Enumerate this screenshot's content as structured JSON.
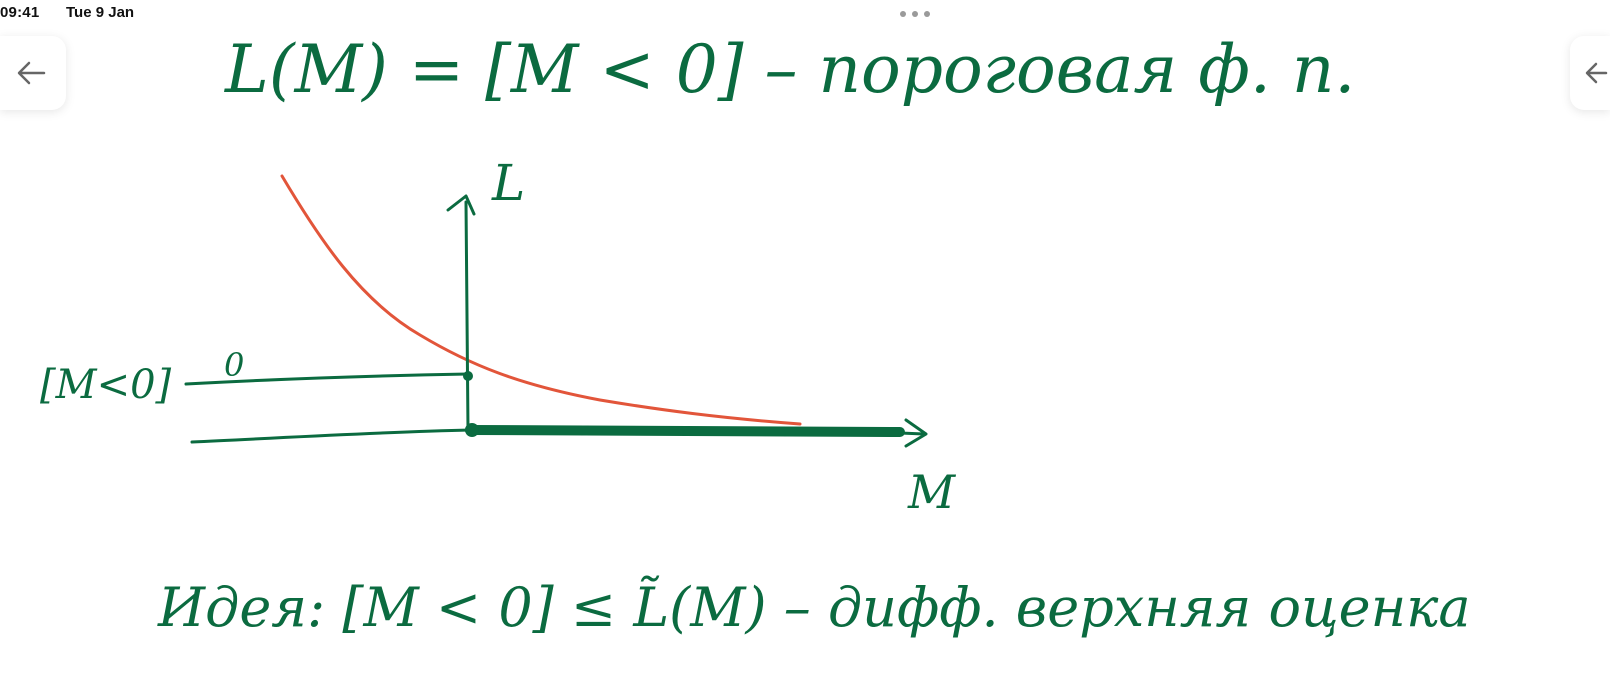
{
  "status_bar": {
    "time": "09:41",
    "date": "Tue 9 Jan"
  },
  "navigation": {
    "back_icon": "arrow-left-icon",
    "forward_icon": "arrow-left-icon",
    "more_icon": "three-dots-icon"
  },
  "note": {
    "formula_line": "L(M) = [M < 0] – пороговая ф. п.",
    "y_axis_label": "L",
    "x_axis_label": "M",
    "step_label": "[M<0]",
    "zero_label": "0",
    "idea_line": "Идея: [M < 0] ≤ L̃(M) – дифф. верхняя оценка"
  },
  "colors": {
    "ink_green": "#0b6b40",
    "ink_red": "#e2553a",
    "background": "#ffffff"
  }
}
